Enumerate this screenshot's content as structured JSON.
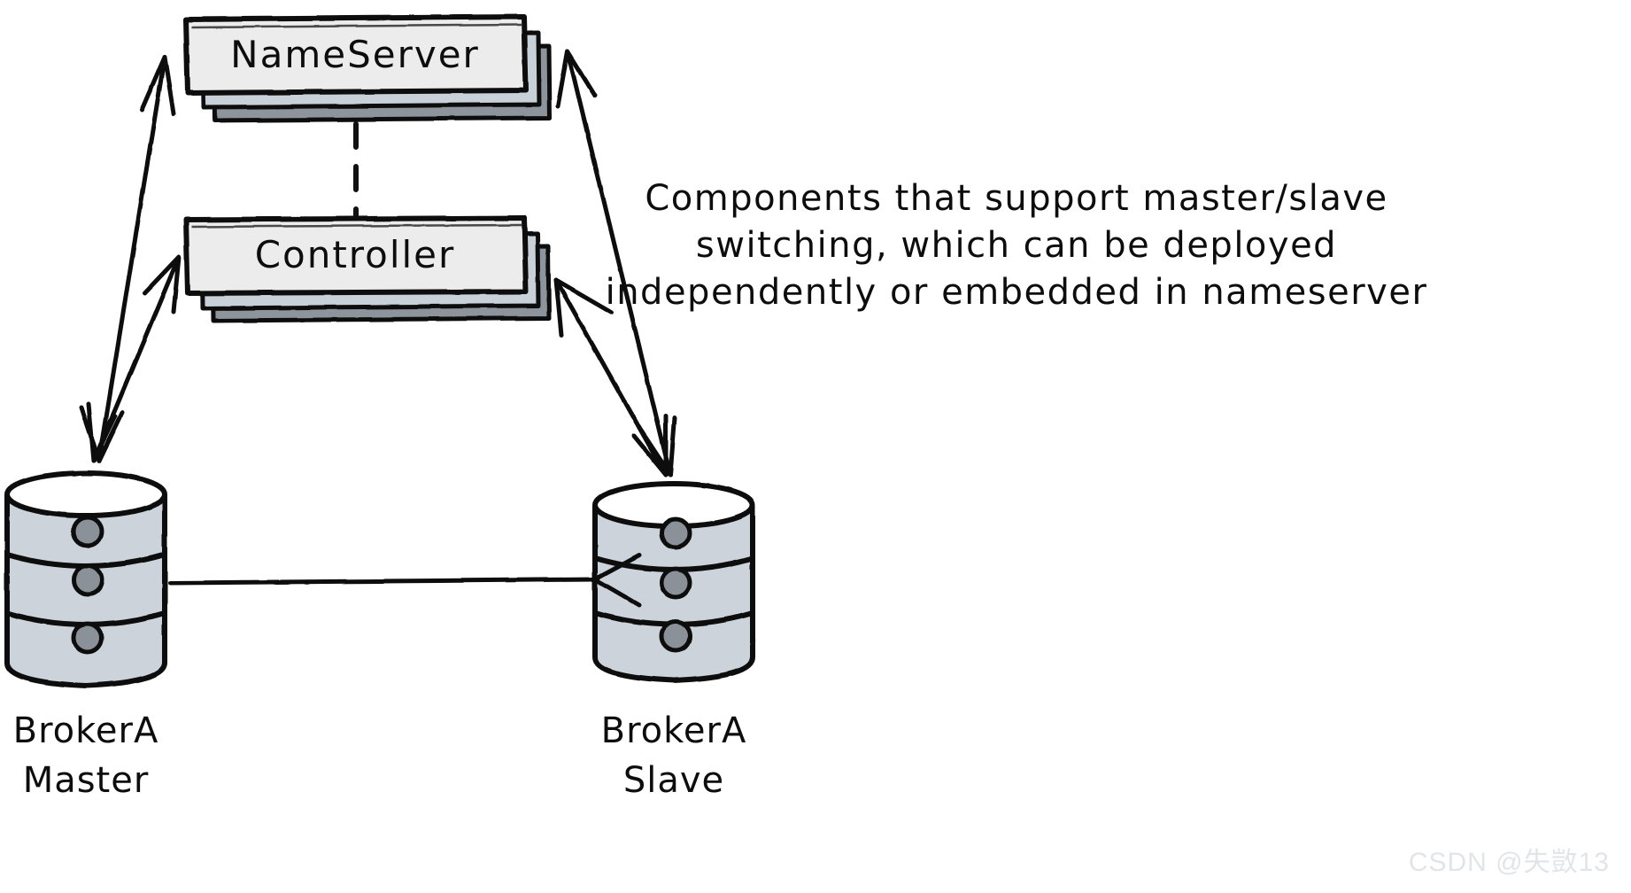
{
  "diagram": {
    "title": "RocketMQ master/slave switching architecture",
    "background_color": "#ffffff",
    "stroke_color": "#111111",
    "box_fill": "#ececec",
    "shadow_fill_light": "#c8d0d8",
    "shadow_fill_dark": "#8d949c",
    "cylinder_fill": "#ccd3da",
    "disk_dot_fill": "#8a9198"
  },
  "nodes": {
    "nameserver": {
      "label": "NameServer",
      "shape": "stacked-box",
      "stack_count": 3
    },
    "controller": {
      "label": "Controller",
      "shape": "stacked-box",
      "stack_count": 3
    },
    "broker_master": {
      "label_line1": "BrokerA",
      "label_line2": "Master",
      "shape": "database-cylinder",
      "disk_segments": 3
    },
    "broker_slave": {
      "label_line1": "BrokerA",
      "label_line2": "Slave",
      "shape": "database-cylinder",
      "disk_segments": 3
    }
  },
  "annotation": {
    "line1": "Components that support master/slave",
    "line2": "switching, which can be deployed",
    "line3": "independently or embedded in nameserver"
  },
  "connectors": [
    {
      "name": "nameserver-controller-link",
      "from": "nameserver",
      "to": "controller",
      "style": "dashed",
      "arrow": "none"
    },
    {
      "name": "broker-master-to-nameserver",
      "from": "broker_master",
      "to": "nameserver",
      "style": "solid",
      "arrow": "both"
    },
    {
      "name": "broker-master-to-controller",
      "from": "broker_master",
      "to": "controller",
      "style": "solid",
      "arrow": "both"
    },
    {
      "name": "broker-slave-to-nameserver",
      "from": "broker_slave",
      "to": "nameserver",
      "style": "solid",
      "arrow": "both"
    },
    {
      "name": "broker-slave-to-controller",
      "from": "broker_slave",
      "to": "controller",
      "style": "solid",
      "arrow": "both"
    },
    {
      "name": "master-to-slave-replication",
      "from": "broker_master",
      "to": "broker_slave",
      "style": "solid",
      "arrow": "end"
    }
  ],
  "watermark": {
    "text": "CSDN @失敳13"
  }
}
